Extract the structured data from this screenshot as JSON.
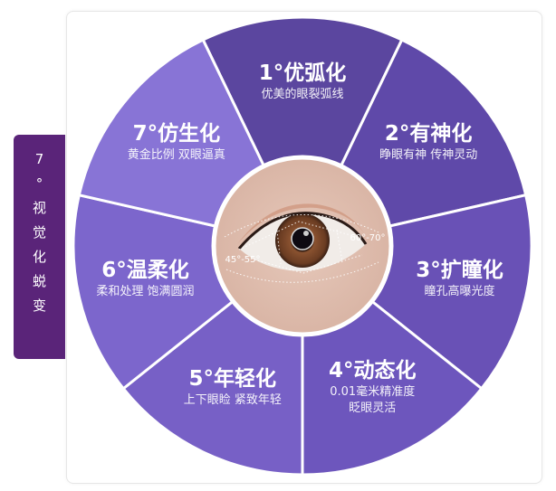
{
  "side_tab": {
    "chars": [
      "7",
      "°",
      "视",
      "觉",
      "化",
      "蜕",
      "变"
    ]
  },
  "segments": [
    {
      "title": "1°优弧化",
      "sub": [
        "优美的眼裂弧线"
      ],
      "color": "#5b469f"
    },
    {
      "title": "2°有神化",
      "sub": [
        "睁眼有神 传神灵动"
      ],
      "color": "#5f49a9"
    },
    {
      "title": "3°扩瞳化",
      "sub": [
        "瞳孔高曝光度"
      ],
      "color": "#6951b6"
    },
    {
      "title": "4°动态化",
      "sub": [
        "0.01毫米精准度",
        "眨眼灵活"
      ],
      "color": "#6d56bd"
    },
    {
      "title": "5°年轻化",
      "sub": [
        "上下眼睑 紧致年轻"
      ],
      "color": "#7760c6"
    },
    {
      "title": "6°温柔化",
      "sub": [
        "柔和处理 饱满圆润"
      ],
      "color": "#7c66cc"
    },
    {
      "title": "7°仿生化",
      "sub": [
        "黄金比例 双眼逼真"
      ],
      "color": "#8874d6"
    }
  ],
  "eye": {
    "angle_left": "45°-55°",
    "angle_right": "60°-70°"
  }
}
